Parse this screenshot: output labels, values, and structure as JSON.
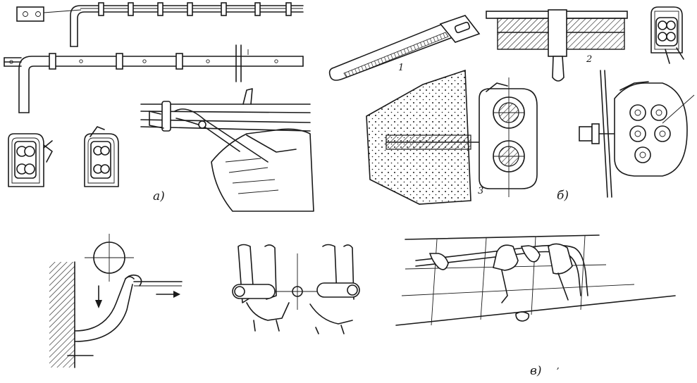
{
  "figure": {
    "panel_labels": {
      "a": "а)",
      "b": "б)",
      "c": "в)"
    },
    "part_numbers": {
      "p1": "1",
      "p2": "2",
      "p3": "3"
    },
    "stray_mark": "ʼ"
  }
}
